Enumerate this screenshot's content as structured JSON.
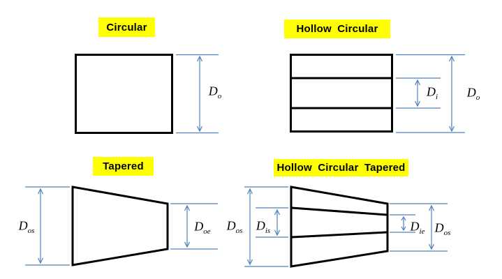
{
  "colors": {
    "dimension_line": "#4F81BD",
    "shape_outline": "#000000",
    "title_bg": "#FFFF00",
    "title_text": "#000000",
    "background": "#FFFFFF"
  },
  "panels": {
    "circular": {
      "title": "Circular",
      "dims": {
        "outer": {
          "base": "D",
          "sub": "o"
        }
      }
    },
    "hollow_circular": {
      "title": "Hollow Circular",
      "dims": {
        "inner": {
          "base": "D",
          "sub": "i"
        },
        "outer": {
          "base": "D",
          "sub": "o"
        }
      }
    },
    "tapered": {
      "title": "Tapered",
      "dims": {
        "start_outer": {
          "base": "D",
          "sub": "os"
        },
        "end_outer": {
          "base": "D",
          "sub": "oe"
        }
      }
    },
    "hollow_tapered": {
      "title": "Hollow Circular Tapered",
      "dims": {
        "start_outer": {
          "base": "D",
          "sub": "os"
        },
        "start_inner": {
          "base": "D",
          "sub": "is"
        },
        "end_inner": {
          "base": "D",
          "sub": "ie"
        },
        "end_outer": {
          "base": "D",
          "sub": "os"
        }
      }
    }
  }
}
